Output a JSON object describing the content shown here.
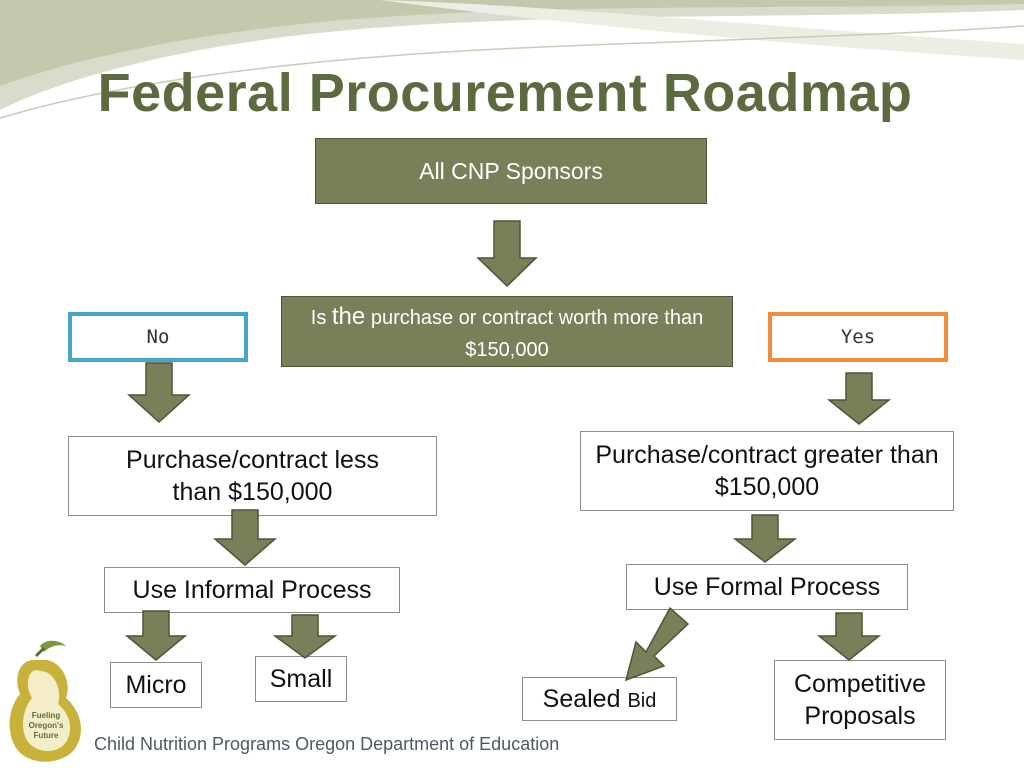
{
  "title": "Federal Procurement Roadmap",
  "nodes": {
    "all_cnp": "All CNP Sponsors",
    "question_the": "the",
    "question_rest": "purchase or contract worth more than $150,000",
    "question_is": "Is",
    "no": "No",
    "yes": "Yes",
    "less": "Purchase/contract less than $150,000",
    "greater": "Purchase/contract greater than $150,000",
    "informal": "Use Informal Process",
    "formal": "Use Formal Process",
    "micro": "Micro",
    "small": "Small",
    "sealed_a": "Sealed",
    "sealed_b": "Bid",
    "competitive": "Competitive Proposals"
  },
  "logo": {
    "line1": "Fueling",
    "line2": "Oregon's",
    "line3": "Future"
  },
  "footer": "Child Nutrition Programs Oregon Department of Education",
  "colors": {
    "olive": "#78805a",
    "title": "#5b6a3f",
    "no_border": "#4aa3c8",
    "yes_border": "#f08c3c"
  }
}
